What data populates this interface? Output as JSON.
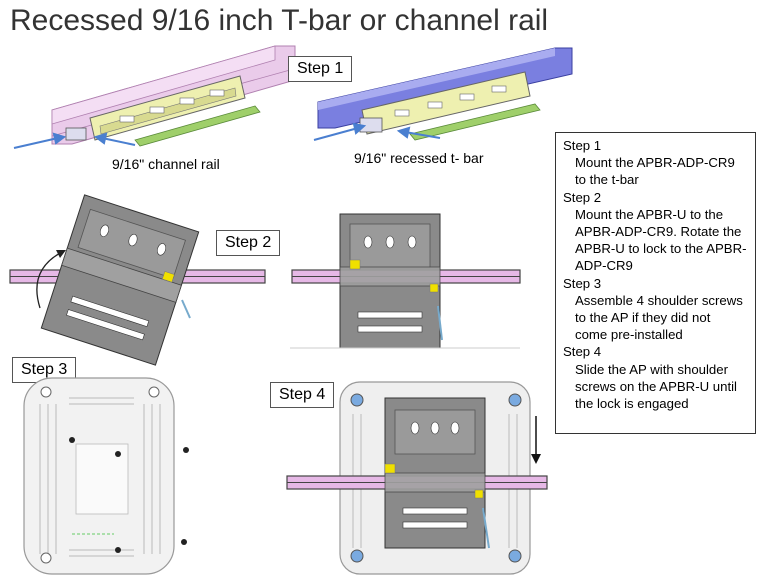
{
  "title": "Recessed 9/16 inch T-bar or channel rail",
  "step_labels": [
    "Step 1",
    "Step 2",
    "Step 3",
    "Step 4"
  ],
  "captions": {
    "channel_rail": "9/16\" channel rail",
    "tbar": "9/16\" recessed t- bar"
  },
  "instructions": [
    {
      "heading": "Step 1",
      "lines": [
        "Mount the APBR-ADP-CR9",
        "to the t-bar"
      ]
    },
    {
      "heading": "Step 2",
      "lines": [
        "Mount the APBR-U to the",
        "APBR-ADP-CR9.  Rotate the",
        "APBR-U to lock to the APBR-",
        "ADP-CR9"
      ]
    },
    {
      "heading": "Step 3",
      "lines": [
        "Assemble 4 shoulder screws",
        "to the AP if they did not",
        "come pre-installed"
      ]
    },
    {
      "heading": "Step 4",
      "lines": [
        "Slide the AP with shoulder",
        "screws on the APBR-U until",
        "the lock is engaged"
      ]
    }
  ],
  "colors": {
    "rail_pink": "#e6b8e6",
    "tbar_blue": "#6a6fd8",
    "adapter_yellow": "#eef0b0",
    "bracket_gray": "#8a8a8a",
    "arrow_blue": "#4a7fd0",
    "lock_yellow": "#f0e000"
  }
}
